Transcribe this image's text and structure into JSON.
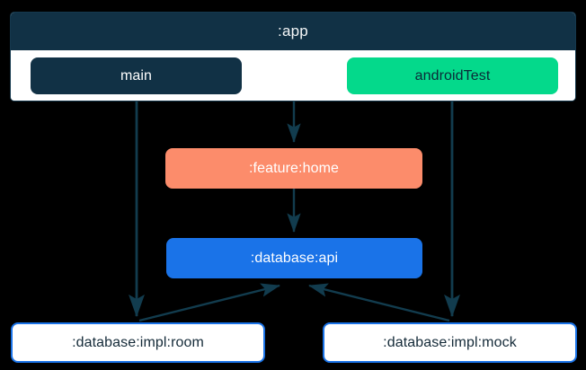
{
  "diagram": {
    "type": "module-dependency-graph",
    "background_color": "#000000",
    "subgraph": {
      "title": ":app",
      "header_color": "#113145",
      "body_color": "#ffffff",
      "source_sets": [
        {
          "label": "main",
          "fill": "#113145",
          "text_color": "#ffffff"
        },
        {
          "label": "androidTest",
          "fill": "#04d98b",
          "text_color": "#0b2a38"
        }
      ]
    },
    "nodes": [
      {
        "id": "feature-home",
        "label": ":feature:home",
        "fill": "#fc8c6b",
        "text_color": "#ffffff"
      },
      {
        "id": "database-api",
        "label": ":database:api",
        "fill": "#1a73e8",
        "text_color": "#ffffff"
      },
      {
        "id": "database-impl-room",
        "label": ":database:impl:room",
        "fill": "#ffffff",
        "stroke": "#1a73e8",
        "text_color": "#142a38"
      },
      {
        "id": "database-impl-mock",
        "label": ":database:impl:mock",
        "fill": "#ffffff",
        "stroke": "#1a73e8",
        "text_color": "#142a38"
      }
    ],
    "edges": [
      {
        "from": "main",
        "to": ":database:impl:room"
      },
      {
        "from": "main",
        "to": ":feature:home"
      },
      {
        "from": "androidTest",
        "to": ":database:impl:mock"
      },
      {
        "from": ":feature:home",
        "to": ":database:api"
      },
      {
        "from": ":database:impl:room",
        "to": ":database:api"
      },
      {
        "from": ":database:impl:mock",
        "to": ":database:api"
      }
    ],
    "edge_color": "#123c4e"
  }
}
